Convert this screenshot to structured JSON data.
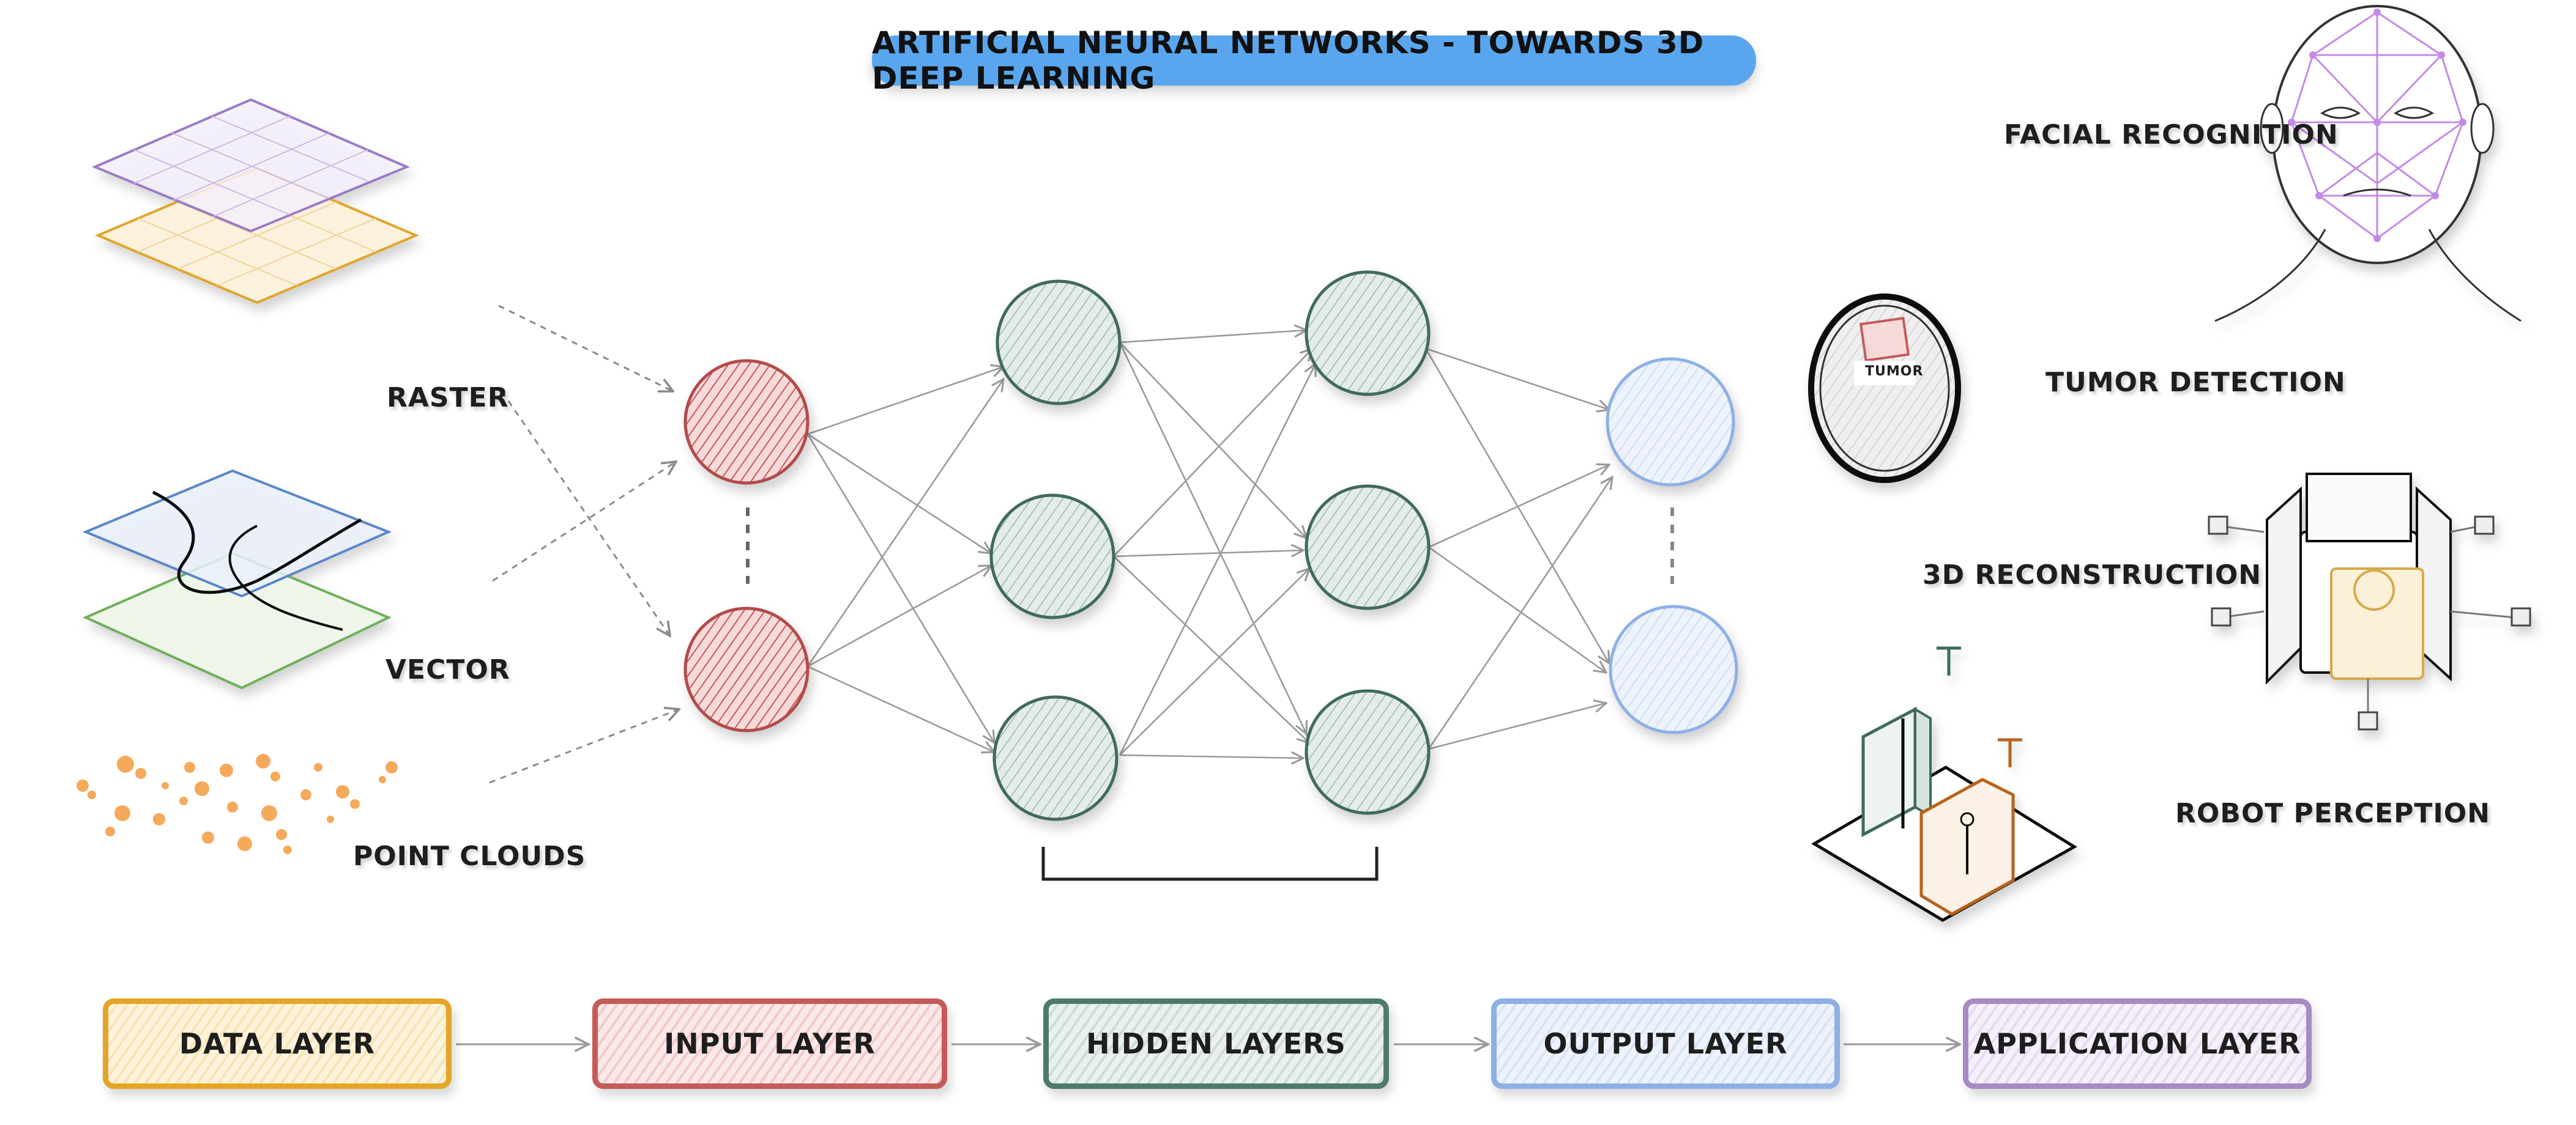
{
  "title": "ARTIFICIAL NEURAL NETWORKS - TOWARDS 3D DEEP LEARNING",
  "data_labels": {
    "raster": "RASTER",
    "vector": "VECTOR",
    "point_clouds": "POINT CLOUDS"
  },
  "application_labels": {
    "facial_recognition": "FACIAL RECOGNITION",
    "tumor_detection": "TUMOR DETECTION",
    "tumor": "TUMOR",
    "reconstruction": "3D RECONSTRUCTION",
    "robot_perception": "ROBOT PERCEPTION"
  },
  "layers": [
    {
      "key": "data",
      "label": "DATA LAYER",
      "color": "#e3a628"
    },
    {
      "key": "input",
      "label": "INPUT LAYER",
      "color": "#c55a5a"
    },
    {
      "key": "hidden",
      "label": "HIDDEN LAYERS",
      "color": "#4e7a6d"
    },
    {
      "key": "output",
      "label": "OUTPUT LAYER",
      "color": "#8fb0e6"
    },
    {
      "key": "application",
      "label": "APPLICATION LAYER",
      "color": "#a88ac4"
    }
  ],
  "colors": {
    "title_bg": "#5aa6ee",
    "raster_top": "#9b7bc4",
    "raster_bottom": "#e0a52a",
    "vector_top": "#5a86c8",
    "vector_bottom": "#6fae5c",
    "points": "#f5a04a",
    "input_node": "#c55a5a",
    "hidden_node": "#4e7a6d",
    "output_node": "#8fb0e6",
    "face": "#c48ae6",
    "edges": "#9a9a9a"
  },
  "icons": {
    "raster": "raster-grid-planes-icon",
    "vector": "vector-planes-icon",
    "point_clouds": "point-cloud-icon",
    "face": "face-mesh-icon",
    "brain": "brain-scan-icon",
    "reconstruction": "3d-reconstruction-icon",
    "robot": "robot-perception-icon"
  }
}
